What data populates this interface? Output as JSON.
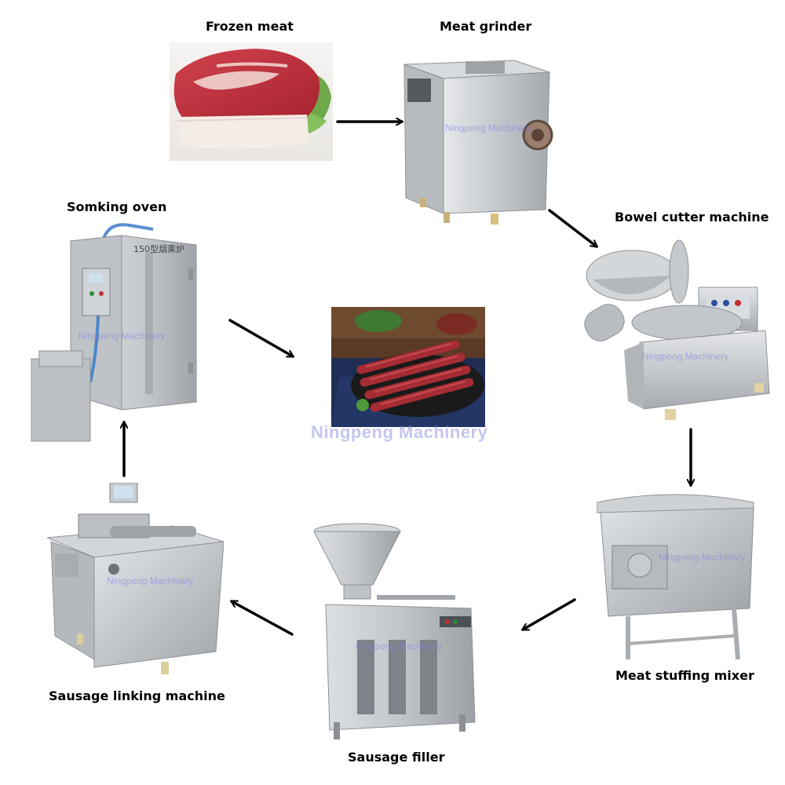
{
  "steps": {
    "frozen_meat": "Frozen meat",
    "meat_grinder": "Meat grinder",
    "bowel_cutter": "Bowel cutter machine",
    "stuffing_mixer": "Meat stuffing mixer",
    "sausage_filler": "Sausage filler",
    "linking_machine": "Sausage linking machine",
    "smoking_oven": "Somking oven"
  },
  "oven_plate": "150型烟熏炉",
  "watermark": "Ningpeng Machinery",
  "colors": {
    "arrow": "#000000",
    "steel": "#c9ccd0",
    "steel_dark": "#9a9ea3",
    "meat": "#c8323f",
    "fat": "#f2e3dc",
    "sausage": "#b2323a",
    "watermark": "#7b7fe0"
  }
}
